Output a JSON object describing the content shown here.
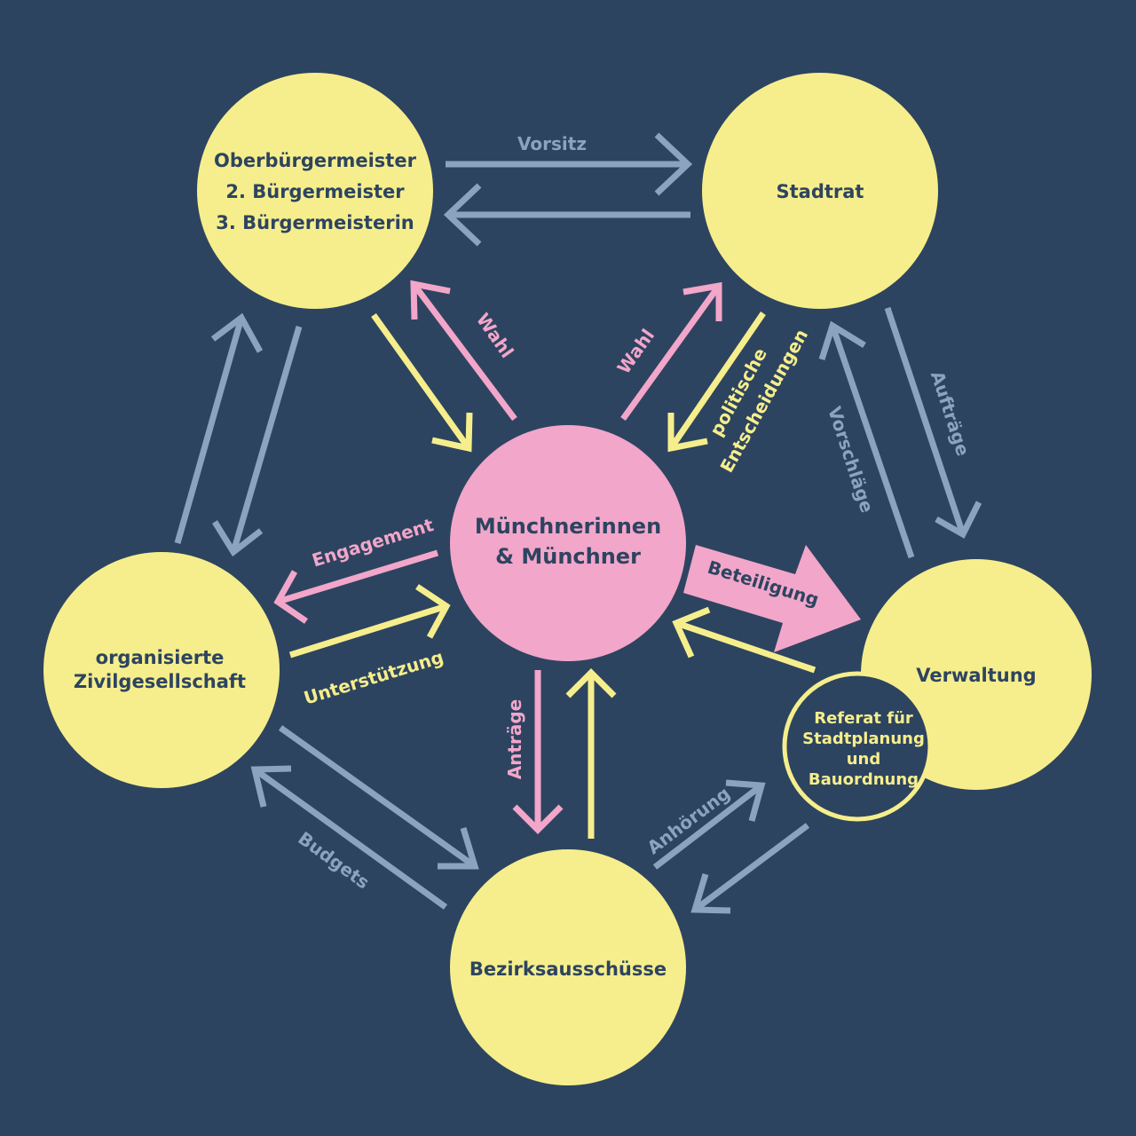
{
  "colors": {
    "background": "#2d4460",
    "node_yellow": "#f6ee8c",
    "node_pink": "#f2a6ca",
    "arrow_blue": "#8ca3bf",
    "arrow_yellow": "#f6ee8c",
    "arrow_pink": "#f2a6ca",
    "text_dark": "#2d4460"
  },
  "nodes": {
    "mayor": {
      "line1": "Oberbürgermeister",
      "line2": "2. Bürgermeister",
      "line3": "3. Bürgermeisterin"
    },
    "council": {
      "label": "Stadtrat"
    },
    "citizens": {
      "line1": "Münchnerinnen",
      "line2": "& Münchner"
    },
    "civil_society": {
      "line1": "organisierte",
      "line2": "Zivilgesellschaft"
    },
    "administration": {
      "label": "Verwaltung"
    },
    "planning_dept": {
      "line1": "Referat für",
      "line2": "Stadtplanung",
      "line3": "und",
      "line4": "Bauordnung"
    },
    "district_committees": {
      "label": "Bezirksausschüsse"
    }
  },
  "edges": {
    "vorsitz": "Vorsitz",
    "wahl_mayor": "Wahl",
    "wahl_council": "Wahl",
    "political_decisions_line1": "politische",
    "political_decisions_line2": "Entscheidungen",
    "auftraege": "Aufträge",
    "vorschlaege": "Vorschläge",
    "engagement": "Engagement",
    "unterstuetzung": "Unterstützung",
    "beteiligung": "Beteiligung",
    "antraege": "Anträge",
    "anhoerung": "Anhörung",
    "budgets": "Budgets"
  }
}
